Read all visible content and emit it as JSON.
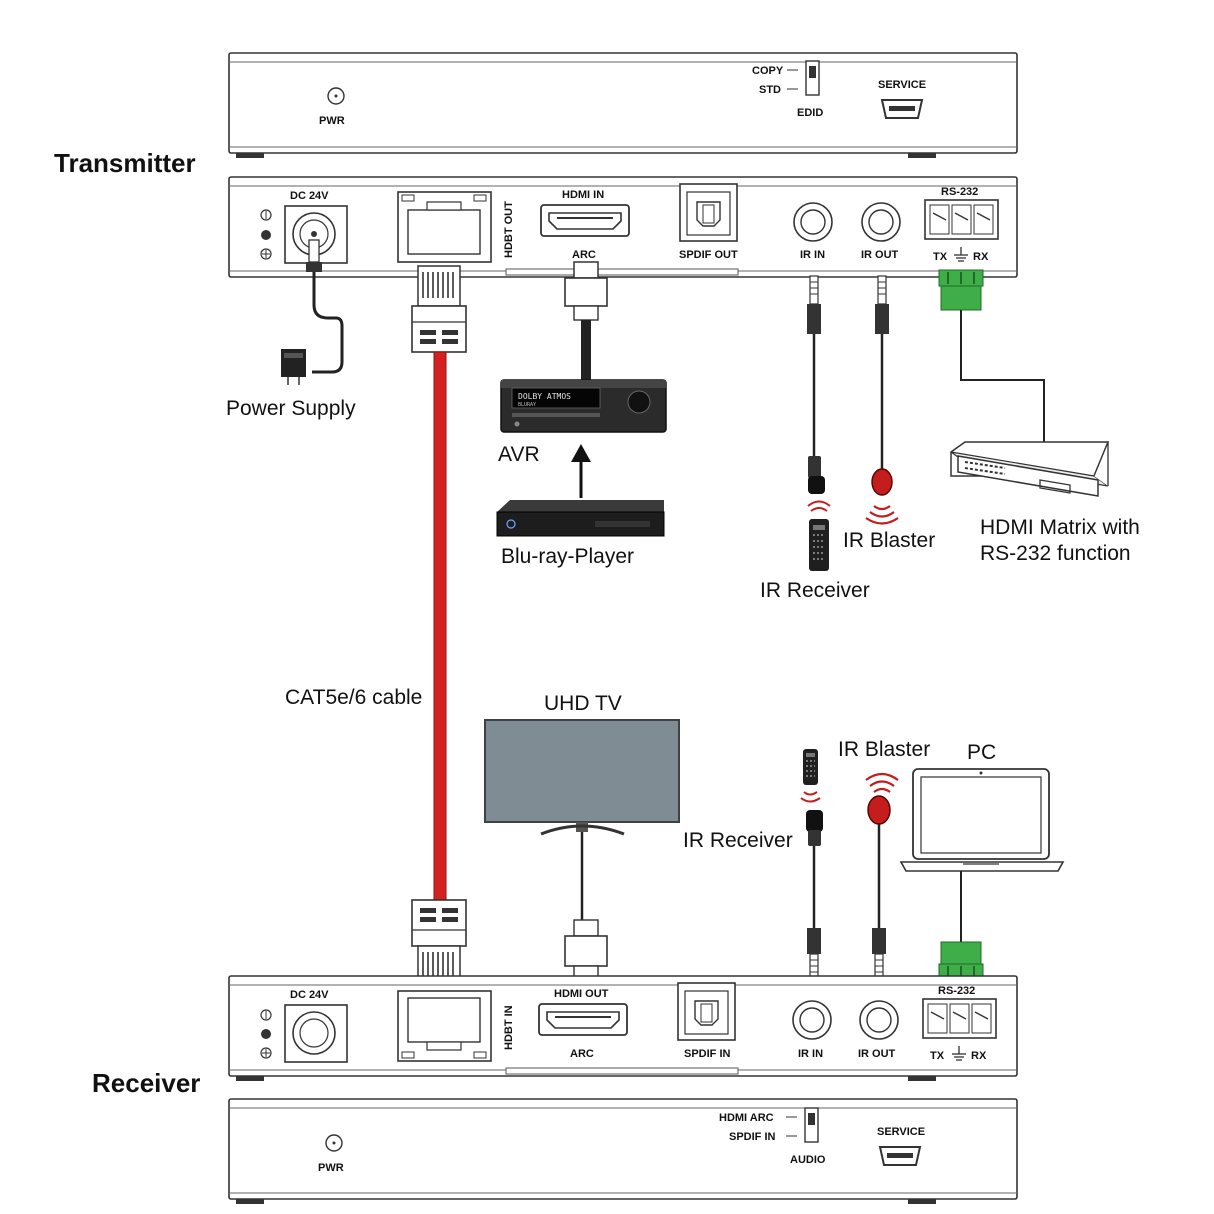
{
  "colors": {
    "cat_cable": "#d32020",
    "terminal_green": "#3fae49",
    "tv_screen": "#7f8c93",
    "ir_red": "#c41d1d",
    "outline": "#333333"
  },
  "transmitter": {
    "title": "Transmitter",
    "front": {
      "pwr": "PWR",
      "edid_copy": "COPY",
      "edid_std": "STD",
      "edid": "EDID",
      "service": "SERVICE"
    },
    "rear": {
      "dc": "DC 24V",
      "hdbt": "HDBT OUT",
      "hdmi": "HDMI IN",
      "arc": "ARC",
      "spdif": "SPDIF OUT",
      "ir_in": "IR IN",
      "ir_out": "IR OUT",
      "rs232": "RS-232",
      "tx": "TX",
      "rx": "RX"
    }
  },
  "receiver": {
    "title": "Receiver",
    "front": {
      "pwr": "PWR",
      "audio_arc": "HDMI ARC",
      "audio_spdif": "SPDIF IN",
      "audio": "AUDIO",
      "service": "SERVICE"
    },
    "rear": {
      "dc": "DC 24V",
      "hdbt": "HDBT IN",
      "hdmi": "HDMI OUT",
      "arc": "ARC",
      "spdif": "SPDIF IN",
      "ir_in": "IR IN",
      "ir_out": "IR OUT",
      "rs232": "RS-232",
      "tx": "TX",
      "rx": "RX"
    }
  },
  "devices": {
    "power_supply": "Power Supply",
    "avr": "AVR",
    "avr_display": "DOLBY ATMOS",
    "avr_display_sub": "BLURAY",
    "bluray": "Blu-ray-Player",
    "ir_receiver_top": "IR Receiver",
    "ir_blaster_top": "IR Blaster",
    "matrix_line1": "HDMI Matrix with",
    "matrix_line2": "RS-232 function",
    "cable": "CAT5e/6 cable",
    "tv": "UHD TV",
    "ir_receiver_bottom": "IR Receiver",
    "ir_blaster_bottom": "IR Blaster",
    "pc": "PC"
  },
  "icons": {
    "power_led": "power-led-icon",
    "micro_usb": "micro-usb-icon",
    "rj45": "rj45-plug-icon",
    "hdmi": "hdmi-plug-icon",
    "jack": "3.5mm-jack-icon",
    "remote": "remote-control-icon",
    "ir_waves": "ir-wave-icon",
    "terminal": "phoenix-terminal-icon"
  }
}
